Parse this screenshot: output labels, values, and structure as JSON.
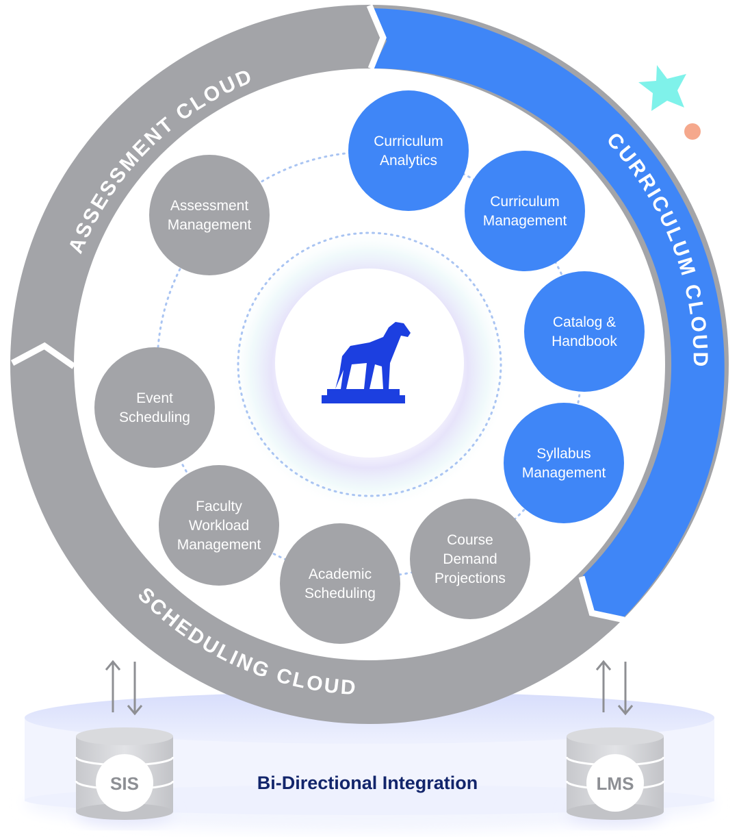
{
  "clouds": {
    "assessment": "ASSESSMENT CLOUD",
    "curriculum": "CURRICULUM CLOUD",
    "scheduling": "SCHEDULING CLOUD"
  },
  "nodes": [
    {
      "id": "curriculum-analytics",
      "lines": [
        "Curriculum",
        "Analytics"
      ],
      "color": "#3f86f7"
    },
    {
      "id": "curriculum-management",
      "lines": [
        "Curriculum",
        "Management"
      ],
      "color": "#3f86f7"
    },
    {
      "id": "catalog-handbook",
      "lines": [
        "Catalog &",
        "Handbook"
      ],
      "color": "#3f86f7"
    },
    {
      "id": "syllabus-management",
      "lines": [
        "Syllabus",
        "Management"
      ],
      "color": "#3f86f7"
    },
    {
      "id": "course-demand-projections",
      "lines": [
        "Course",
        "Demand",
        "Projections"
      ],
      "color": "#a3a4a8"
    },
    {
      "id": "academic-scheduling",
      "lines": [
        "Academic",
        "Scheduling"
      ],
      "color": "#a3a4a8"
    },
    {
      "id": "faculty-workload-management",
      "lines": [
        "Faculty",
        "Workload",
        "Management"
      ],
      "color": "#a3a4a8"
    },
    {
      "id": "event-scheduling",
      "lines": [
        "Event",
        "Scheduling"
      ],
      "color": "#a3a4a8"
    },
    {
      "id": "assessment-management",
      "lines": [
        "Assessment",
        "Management"
      ],
      "color": "#a3a4a8"
    }
  ],
  "integration": {
    "label": "Bi-Directional Integration",
    "left_system": "SIS",
    "right_system": "LMS"
  },
  "colors": {
    "blue": "#3f86f7",
    "gray": "#a3a4a8",
    "navy": "#12256b",
    "mascot": "#1c3fe0",
    "star": "#7ff2ea",
    "dot": "#f5a88c"
  },
  "icons": {
    "center": "greyhound-mascot-icon",
    "star": "star-icon",
    "dot": "dot-icon"
  }
}
